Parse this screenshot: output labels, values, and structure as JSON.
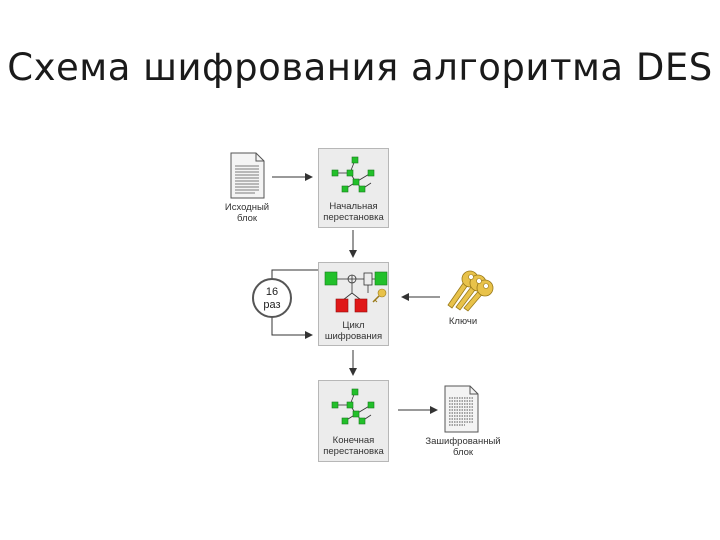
{
  "title": "Схема шифрования алгоритма DES",
  "nodes": {
    "source_block": {
      "line1": "Исходный",
      "line2": "блок"
    },
    "initial_permutation": {
      "line1": "Начальная",
      "line2": "перестановка"
    },
    "round_counter": {
      "line1": "16",
      "line2": "раз"
    },
    "encryption_cycle": {
      "line1": "Цикл",
      "line2": "шифрования"
    },
    "keys": {
      "label": "Ключи"
    },
    "final_permutation": {
      "line1": "Конечная",
      "line2": "перестановка"
    },
    "encrypted_block": {
      "line1": "Зашифрованный",
      "line2": "блок"
    }
  },
  "colors": {
    "node_green": "#22c02a",
    "node_red": "#e01818",
    "key_gold": "#e8c24a",
    "box_fill": "#ececec",
    "arrow": "#333333"
  },
  "icons": {
    "document": "document-icon",
    "encrypted_document": "encrypted-document-icon",
    "keys": "keys-icon",
    "small_key": "key-icon"
  }
}
